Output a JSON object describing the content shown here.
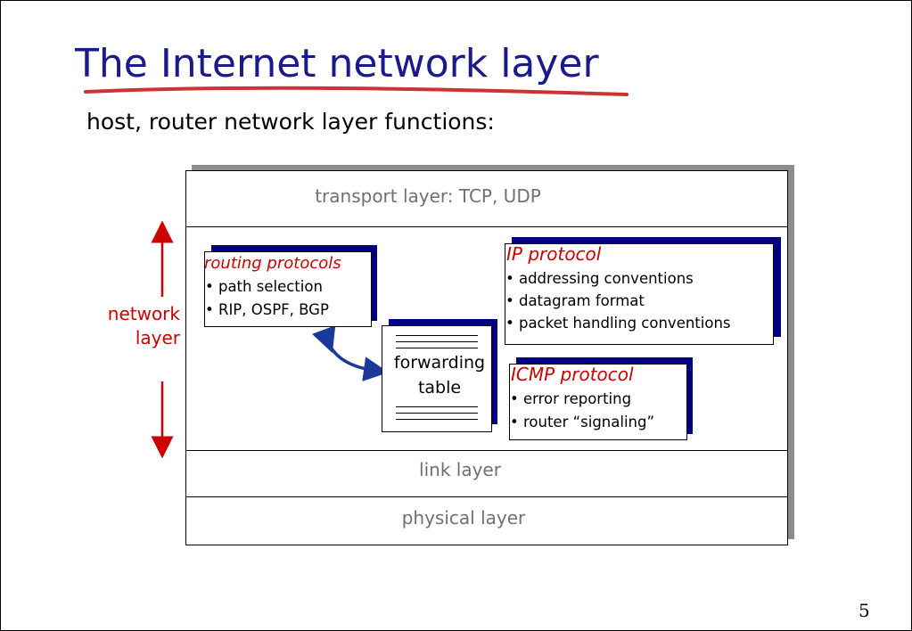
{
  "title": "The Internet network layer",
  "subtitle": "host, router network layer functions:",
  "layers": {
    "transport": "transport layer: TCP, UDP",
    "link": "link layer",
    "physical": "physical layer"
  },
  "network_label": {
    "line1": "network",
    "line2": "layer"
  },
  "routing_box": {
    "title": "routing protocols",
    "items": [
      "• path selection",
      "• RIP, OSPF, BGP"
    ]
  },
  "ip_box": {
    "title": "IP protocol",
    "items": [
      "• addressing conventions",
      "• datagram format",
      "• packet handling conventions"
    ]
  },
  "icmp_box": {
    "title": "ICMP protocol",
    "items": [
      "• error reporting",
      "• router “signaling”"
    ]
  },
  "forwarding_table": {
    "line1": "forwarding",
    "line2": "table"
  },
  "page_number": "5",
  "colors": {
    "title": "#1a1a8c",
    "underline": "#cc3333",
    "box_shadow": "#000080",
    "accent_red": "#cc0000",
    "layer_text": "#707070",
    "arrow_blue": "#1a3a99"
  }
}
